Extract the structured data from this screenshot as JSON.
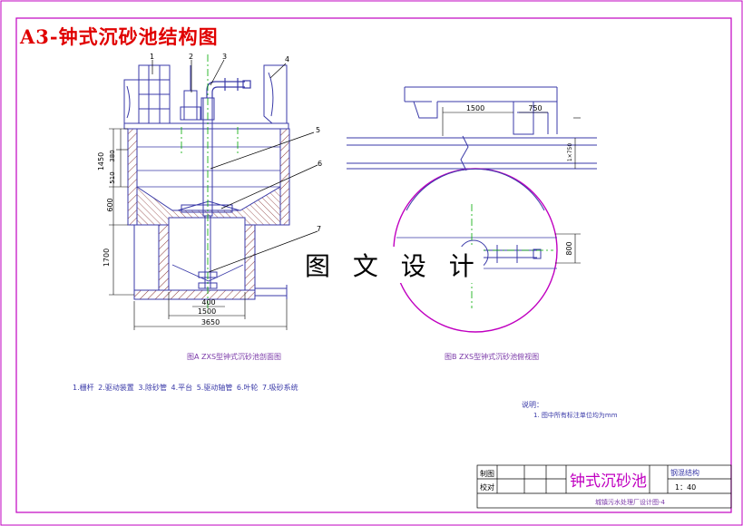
{
  "title": "A3-钟式沉砂池结构图",
  "watermark": "图 文 设 计",
  "captions": {
    "view_a": "图A  ZXS型钟式沉砂池剖面图",
    "view_b": "图B  ZXS型钟式沉砂池俯视图"
  },
  "legend": "1.栅杆   2.驱动装置   3.除砂管   4.平台   5.驱动轴管   6.叶轮   7.吸砂系统",
  "notes": {
    "heading": "说明：",
    "items": [
      "1. 图中所有标注单位均为mm"
    ]
  },
  "title_block": {
    "drawing_name": "钟式沉砂池",
    "drawn_by_label": "制图",
    "checked_by_label": "校对",
    "material": "钢混结构",
    "scale": "1：40",
    "drawing_no": "城镇污水处理厂设计图-4"
  },
  "callouts": [
    "1",
    "2",
    "3",
    "4",
    "5",
    "6",
    "7"
  ],
  "dimensions": {
    "view_a": {
      "d_1450": "1450",
      "d_380": "380",
      "d_510": "510",
      "d_600": "600",
      "d_1700": "1700",
      "d_400": "400",
      "d_1500": "1500",
      "d_3650": "3650"
    },
    "view_b": {
      "d_1500": "1500",
      "d_750": "750",
      "d_pipe": "1×750",
      "d_800": "800"
    }
  },
  "colors": {
    "frame": "#c000c0",
    "title": "#e00000",
    "structure": "#0000cc",
    "centerline": "#00aa00",
    "hatch": "#8b3a3a",
    "dimension": "#000000"
  }
}
